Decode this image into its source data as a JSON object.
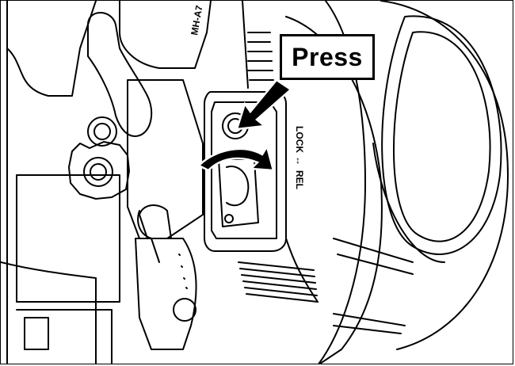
{
  "callout": {
    "label": "Press"
  },
  "lens_ring": {
    "lock_label": "LOCK",
    "release_label": "REL",
    "arrow_glyph": "↔"
  },
  "body_marking": {
    "text": "MH-A7"
  },
  "colors": {
    "line": "#000000",
    "background": "#ffffff",
    "arrow_fill": "#000000"
  },
  "icons": [
    "press-arrow",
    "rotate-arrow"
  ]
}
